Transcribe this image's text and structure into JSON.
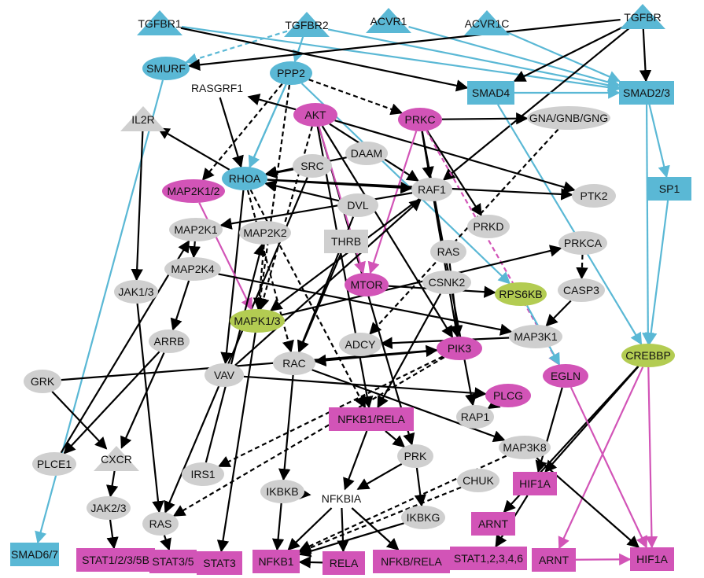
{
  "colors": {
    "blue": "#5ab8d5",
    "magenta": "#d254b7",
    "green": "#b3cc52",
    "gray": "#cfcfcf",
    "edge_black": "#000000",
    "edge_blue": "#5ab8d5",
    "edge_magenta": "#d254b7"
  },
  "nodes": {
    "tgfbr1": {
      "label": "TGFBR1",
      "shape": "triangle",
      "color": "blue"
    },
    "tgfbr2": {
      "label": "TGFBR2",
      "shape": "triangle",
      "color": "blue"
    },
    "acvr1": {
      "label": "ACVR1",
      "shape": "triangle",
      "color": "blue"
    },
    "acvr1c": {
      "label": "ACVR1C",
      "shape": "triangle",
      "color": "blue"
    },
    "tgfbr": {
      "label": "TGFBR",
      "shape": "triangle",
      "color": "blue"
    },
    "smurf": {
      "label": "SMURF",
      "shape": "ellipse",
      "color": "blue"
    },
    "ppp2": {
      "label": "PPP2",
      "shape": "ellipse",
      "color": "blue"
    },
    "smad4": {
      "label": "SMAD4",
      "shape": "rect",
      "color": "blue"
    },
    "smad23": {
      "label": "SMAD2/3",
      "shape": "rect",
      "color": "blue"
    },
    "rasgrf1": {
      "label": "RASGRF1",
      "shape": "none",
      "color": "gray"
    },
    "akt": {
      "label": "AKT",
      "shape": "ellipse",
      "color": "magenta"
    },
    "prkc": {
      "label": "PRKC",
      "shape": "ellipse",
      "color": "magenta"
    },
    "gna": {
      "label": "GNA/GNB/GNG",
      "shape": "ellipse",
      "color": "gray"
    },
    "il2r": {
      "label": "IL2R",
      "shape": "triangle",
      "color": "gray"
    },
    "daam": {
      "label": "DAAM",
      "shape": "ellipse",
      "color": "gray"
    },
    "src": {
      "label": "SRC",
      "shape": "ellipse",
      "color": "gray"
    },
    "rhoa": {
      "label": "RHOA",
      "shape": "ellipse",
      "color": "blue"
    },
    "map2k12": {
      "label": "MAP2K1/2",
      "shape": "ellipse",
      "color": "magenta"
    },
    "raf1": {
      "label": "RAF1",
      "shape": "ellipse",
      "color": "gray"
    },
    "ptk2": {
      "label": "PTK2",
      "shape": "ellipse",
      "color": "gray"
    },
    "sp1": {
      "label": "SP1",
      "shape": "rect",
      "color": "blue"
    },
    "dvl": {
      "label": "DVL",
      "shape": "ellipse",
      "color": "gray"
    },
    "map2k1": {
      "label": "MAP2K1",
      "shape": "ellipse",
      "color": "gray"
    },
    "map2k2": {
      "label": "MAP2K2",
      "shape": "ellipse",
      "color": "gray"
    },
    "thrb": {
      "label": "THRB",
      "shape": "rect",
      "color": "gray"
    },
    "prkd": {
      "label": "PRKD",
      "shape": "ellipse",
      "color": "gray"
    },
    "prkca": {
      "label": "PRKCA",
      "shape": "ellipse",
      "color": "gray"
    },
    "ras_mid": {
      "label": "RAS",
      "shape": "ellipse",
      "color": "gray"
    },
    "map2k4": {
      "label": "MAP2K4",
      "shape": "ellipse",
      "color": "gray"
    },
    "mtor": {
      "label": "MTOR",
      "shape": "ellipse",
      "color": "magenta"
    },
    "csnk2": {
      "label": "CSNK2",
      "shape": "ellipse",
      "color": "gray"
    },
    "rps6kb": {
      "label": "RPS6KB",
      "shape": "ellipse",
      "color": "green"
    },
    "casp3": {
      "label": "CASP3",
      "shape": "ellipse",
      "color": "gray"
    },
    "jak13": {
      "label": "JAK1/3",
      "shape": "ellipse",
      "color": "gray"
    },
    "mapk13": {
      "label": "MAPK1/3",
      "shape": "ellipse",
      "color": "green"
    },
    "map3k1": {
      "label": "MAP3K1",
      "shape": "ellipse",
      "color": "gray"
    },
    "arrb": {
      "label": "ARRB",
      "shape": "ellipse",
      "color": "gray"
    },
    "adcy": {
      "label": "ADCY",
      "shape": "ellipse",
      "color": "gray"
    },
    "pik3": {
      "label": "PIK3",
      "shape": "ellipse",
      "color": "magenta"
    },
    "crebbp": {
      "label": "CREBBP",
      "shape": "ellipse",
      "color": "green"
    },
    "vav": {
      "label": "VAV",
      "shape": "ellipse",
      "color": "gray"
    },
    "rac": {
      "label": "RAC",
      "shape": "ellipse",
      "color": "gray"
    },
    "grk": {
      "label": "GRK",
      "shape": "ellipse",
      "color": "gray"
    },
    "egln": {
      "label": "EGLN",
      "shape": "ellipse",
      "color": "magenta"
    },
    "plcg": {
      "label": "PLCG",
      "shape": "ellipse",
      "color": "magenta"
    },
    "nfkb1rela": {
      "label": "NFKB1/RELA",
      "shape": "rect",
      "color": "magenta"
    },
    "rap1": {
      "label": "RAP1",
      "shape": "ellipse",
      "color": "gray"
    },
    "plce1": {
      "label": "PLCE1",
      "shape": "ellipse",
      "color": "gray"
    },
    "cxcr": {
      "label": "CXCR",
      "shape": "triangle",
      "color": "gray"
    },
    "map3k8": {
      "label": "MAP3K8",
      "shape": "ellipse",
      "color": "gray"
    },
    "irs1": {
      "label": "IRS1",
      "shape": "ellipse",
      "color": "gray"
    },
    "prk": {
      "label": "PRK",
      "shape": "ellipse",
      "color": "gray"
    },
    "chuk": {
      "label": "CHUK",
      "shape": "ellipse",
      "color": "gray"
    },
    "hif1a_mid": {
      "label": "HIF1A",
      "shape": "rect",
      "color": "magenta"
    },
    "jak23": {
      "label": "JAK2/3",
      "shape": "ellipse",
      "color": "gray"
    },
    "ikbkb": {
      "label": "IKBKB",
      "shape": "ellipse",
      "color": "gray"
    },
    "nfkbia": {
      "label": "NFKBIA",
      "shape": "none",
      "color": "gray"
    },
    "ikbkg": {
      "label": "IKBKG",
      "shape": "ellipse",
      "color": "gray"
    },
    "ras_low": {
      "label": "RAS",
      "shape": "ellipse",
      "color": "gray"
    },
    "arnt_mid": {
      "label": "ARNT",
      "shape": "rect",
      "color": "magenta"
    },
    "smad67": {
      "label": "SMAD6/7",
      "shape": "rect",
      "color": "blue"
    },
    "stat1235b": {
      "label": "STAT1/2/3/5B",
      "shape": "rect",
      "color": "magenta"
    },
    "stat35": {
      "label": "STAT3/5",
      "shape": "rect",
      "color": "magenta"
    },
    "stat3": {
      "label": "STAT3",
      "shape": "rect",
      "color": "magenta"
    },
    "nfkb1": {
      "label": "NFKB1",
      "shape": "rect",
      "color": "magenta"
    },
    "rela": {
      "label": "RELA",
      "shape": "rect",
      "color": "magenta"
    },
    "nfkbrela": {
      "label": "NFKB/RELA",
      "shape": "rect",
      "color": "magenta"
    },
    "stat1234": {
      "label": "STAT1,2,3,4,6",
      "shape": "rect",
      "color": "magenta"
    },
    "arnt_low": {
      "label": "ARNT",
      "shape": "rect",
      "color": "magenta"
    },
    "hif1a_low": {
      "label": "HIF1A",
      "shape": "rect",
      "color": "magenta"
    }
  },
  "edges": [
    [
      "tgfbr2",
      "smurf",
      "blue",
      "dashed"
    ],
    [
      "tgfbr2",
      "ppp2",
      "blue",
      "solid"
    ],
    [
      "tgfbr1",
      "smad23",
      "blue",
      "solid"
    ],
    [
      "tgfbr2",
      "smad23",
      "blue",
      "solid"
    ],
    [
      "acvr1",
      "smad23",
      "blue",
      "solid"
    ],
    [
      "acvr1c",
      "smad23",
      "blue",
      "solid"
    ],
    [
      "tgfbr",
      "smad23",
      "black",
      "solid"
    ],
    [
      "tgfbr",
      "smad4",
      "black",
      "solid"
    ],
    [
      "tgfbr",
      "smurf",
      "black",
      "solid"
    ],
    [
      "tgfbr",
      "raf1",
      "black",
      "solid"
    ],
    [
      "tgfbr1",
      "smad4",
      "black",
      "solid"
    ],
    [
      "smad4",
      "smad23",
      "blue",
      "solid"
    ],
    [
      "smad4",
      "crebbp",
      "blue",
      "solid"
    ],
    [
      "smad23",
      "sp1",
      "blue",
      "solid"
    ],
    [
      "smad23",
      "crebbp",
      "blue",
      "solid"
    ],
    [
      "sp1",
      "crebbp",
      "blue",
      "solid"
    ],
    [
      "smurf",
      "smad67",
      "blue",
      "solid"
    ],
    [
      "ppp2",
      "rhoa",
      "blue",
      "solid"
    ],
    [
      "ppp2",
      "rhoa",
      "blue",
      "solid"
    ],
    [
      "ppp2",
      "rps6kb",
      "blue",
      "solid"
    ],
    [
      "ppp2",
      "prkc",
      "black",
      "dashed"
    ],
    [
      "ppp2",
      "map2k12",
      "black",
      "dashed"
    ],
    [
      "ppp2",
      "mapk13",
      "black",
      "dashed"
    ],
    [
      "rasgrf1",
      "rhoa",
      "black",
      "solid"
    ],
    [
      "akt",
      "rasgrf1",
      "black",
      "solid"
    ],
    [
      "akt",
      "ptk2",
      "black",
      "solid"
    ],
    [
      "akt",
      "raf1",
      "black",
      "solid"
    ],
    [
      "akt",
      "mapk13",
      "black",
      "dashed"
    ],
    [
      "akt",
      "pik3",
      "black",
      "solid"
    ],
    [
      "akt",
      "nfkb1rela",
      "black",
      "solid"
    ],
    [
      "akt",
      "prk",
      "black",
      "solid"
    ],
    [
      "akt",
      "mtor",
      "magenta",
      "solid"
    ],
    [
      "prkc",
      "gna",
      "black",
      "solid"
    ],
    [
      "prkc",
      "raf1",
      "black",
      "solid"
    ],
    [
      "prkc",
      "pik3",
      "black",
      "solid"
    ],
    [
      "prkc",
      "prkd",
      "black",
      "solid"
    ],
    [
      "prkc",
      "egln",
      "magenta",
      "dashed"
    ],
    [
      "prkc",
      "mtor",
      "magenta",
      "solid"
    ],
    [
      "prkc",
      "rap1",
      "black",
      "solid"
    ],
    [
      "gna",
      "adcy",
      "black",
      "dashed"
    ],
    [
      "il2r",
      "jak13",
      "black",
      "solid"
    ],
    [
      "rhoa",
      "il2r",
      "black",
      "solid"
    ],
    [
      "rhoa",
      "raf1",
      "black",
      "solid"
    ],
    [
      "rhoa",
      "ptk2",
      "black",
      "solid"
    ],
    [
      "rhoa",
      "vav",
      "black",
      "solid"
    ],
    [
      "rhoa",
      "rac",
      "black",
      "dashed"
    ],
    [
      "rhoa",
      "nfkb1rela",
      "black",
      "dashed"
    ],
    [
      "src",
      "rhoa",
      "black",
      "solid"
    ],
    [
      "src",
      "ras_low",
      "black",
      "solid"
    ],
    [
      "daam",
      "rhoa",
      "black",
      "solid"
    ],
    [
      "map2k12",
      "mapk13",
      "magenta",
      "solid"
    ],
    [
      "raf1",
      "map2k1",
      "black",
      "solid"
    ],
    [
      "raf1",
      "mapk13",
      "black",
      "solid"
    ],
    [
      "dvl",
      "rhoa",
      "black",
      "solid"
    ],
    [
      "dvl",
      "rac",
      "black",
      "solid"
    ],
    [
      "map2k2",
      "mapk13",
      "black",
      "dashed"
    ],
    [
      "map2k4",
      "arrb",
      "black",
      "solid"
    ],
    [
      "map2k4",
      "map3k1",
      "black",
      "solid"
    ],
    [
      "mtor",
      "rps6kb",
      "black",
      "solid"
    ],
    [
      "prkca",
      "casp3",
      "black",
      "dashed"
    ],
    [
      "casp3",
      "map3k1",
      "black",
      "solid"
    ],
    [
      "rps6kb",
      "egln",
      "blue",
      "solid"
    ],
    [
      "jak13",
      "ras_low",
      "black",
      "solid"
    ],
    [
      "mapk13",
      "stat3",
      "black",
      "solid"
    ],
    [
      "mapk13",
      "prkca",
      "black",
      "solid"
    ],
    [
      "arrb",
      "cxcr",
      "black",
      "solid"
    ],
    [
      "arrb",
      "plce1",
      "black",
      "solid"
    ],
    [
      "grk",
      "pik3",
      "black",
      "solid"
    ],
    [
      "grk",
      "cxcr",
      "black",
      "solid"
    ],
    [
      "vav",
      "plcg",
      "black",
      "solid"
    ],
    [
      "pik3",
      "rac",
      "black",
      "solid"
    ],
    [
      "pik3",
      "irs1",
      "black",
      "dashed"
    ],
    [
      "pik3",
      "ras_low",
      "black",
      "dashed"
    ],
    [
      "rac",
      "ikbkb",
      "black",
      "solid"
    ],
    [
      "rac",
      "map3k8",
      "black",
      "solid"
    ],
    [
      "plcg",
      "rap1",
      "black",
      "solid"
    ],
    [
      "crebbp",
      "hif1a_low",
      "magenta",
      "solid"
    ],
    [
      "crebbp",
      "arnt_low",
      "magenta",
      "solid"
    ],
    [
      "crebbp",
      "hif1a_mid",
      "black",
      "solid"
    ],
    [
      "crebbp",
      "arnt_mid",
      "black",
      "solid"
    ],
    [
      "egln",
      "hif1a_low",
      "magenta",
      "solid"
    ],
    [
      "egln",
      "hif1a_mid",
      "black",
      "solid"
    ],
    [
      "nfkb1rela",
      "prk",
      "black",
      "solid"
    ],
    [
      "nfkb1rela",
      "nfkbia",
      "black",
      "solid"
    ],
    [
      "prk",
      "nfkbia",
      "black",
      "solid"
    ],
    [
      "prk",
      "ikbkg",
      "black",
      "solid"
    ],
    [
      "ikbkb",
      "nfkbia",
      "black",
      "solid"
    ],
    [
      "ikbkb",
      "nfkb1",
      "black",
      "solid"
    ],
    [
      "nfkbia",
      "nfkb1",
      "black",
      "solid"
    ],
    [
      "nfkbia",
      "rela",
      "black",
      "solid"
    ],
    [
      "nfkbia",
      "nfkbrela",
      "black",
      "solid"
    ],
    [
      "chuk",
      "nfkb1",
      "black",
      "dashed"
    ],
    [
      "ikbkg",
      "nfkb1",
      "black",
      "solid"
    ],
    [
      "map3k8",
      "nfkb1",
      "black",
      "dashed"
    ],
    [
      "map3k8",
      "hif1a_low",
      "black",
      "solid"
    ],
    [
      "cxcr",
      "jak23",
      "black",
      "solid"
    ],
    [
      "jak23",
      "stat1235b",
      "black",
      "solid"
    ],
    [
      "ras_low",
      "stat35",
      "black",
      "solid"
    ],
    [
      "rela",
      "nfkb1",
      "black",
      "solid"
    ],
    [
      "arnt_low",
      "hif1a_low",
      "magenta",
      "solid"
    ],
    [
      "hif1a_mid",
      "stat1234",
      "black",
      "solid"
    ],
    [
      "irs1",
      "map2k2",
      "black",
      "solid"
    ],
    [
      "vav",
      "raf1",
      "black",
      "solid"
    ],
    [
      "plce1",
      "map2k1",
      "black",
      "solid"
    ],
    [
      "csnk2",
      "nfkb1rela",
      "black",
      "solid"
    ],
    [
      "ras_mid",
      "pik3",
      "black",
      "solid"
    ],
    [
      "thrb",
      "rac",
      "black",
      "solid"
    ],
    [
      "map2k1",
      "map2k4",
      "black",
      "solid"
    ],
    [
      "map3k1",
      "adcy",
      "black",
      "solid"
    ]
  ]
}
